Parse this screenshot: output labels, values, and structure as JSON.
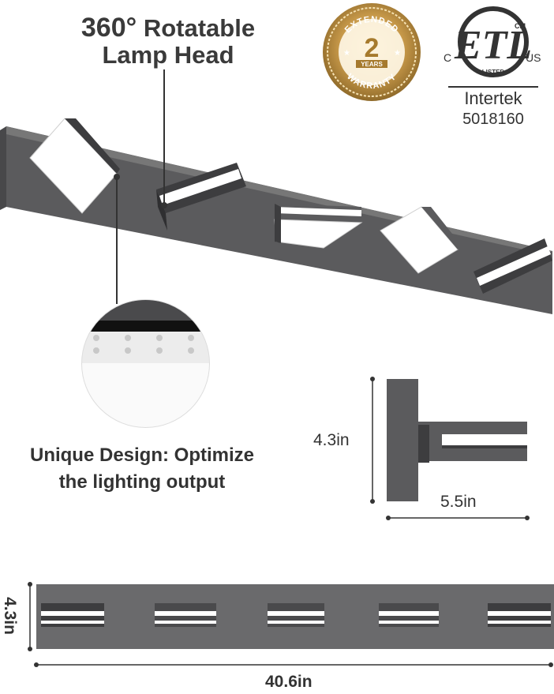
{
  "headline": {
    "line1_bold": "360°",
    "line1_rest": "Rotatable",
    "line2": "Lamp Head"
  },
  "warranty_badge": {
    "top_text": "EXTENDED",
    "number": "2",
    "years": "YEARS",
    "bottom_text": "WARRANTY",
    "color": "#b8893a"
  },
  "certification": {
    "c_label": "C",
    "us_label": "US",
    "cm_label": "CM",
    "listed": "LISTED",
    "company": "Intertek",
    "number": "5018160"
  },
  "design_caption": {
    "line1": "Unique Design: Optimize",
    "line2": "the lighting output"
  },
  "side_dims": {
    "height": "4.3in",
    "depth": "5.5in"
  },
  "front_dims": {
    "height": "4.3in",
    "width": "40.6in"
  },
  "colors": {
    "fixture_gray": "#5b5b5d",
    "fixture_dark": "#3d3d3f",
    "lens_white": "#ffffff",
    "text": "#333333"
  }
}
